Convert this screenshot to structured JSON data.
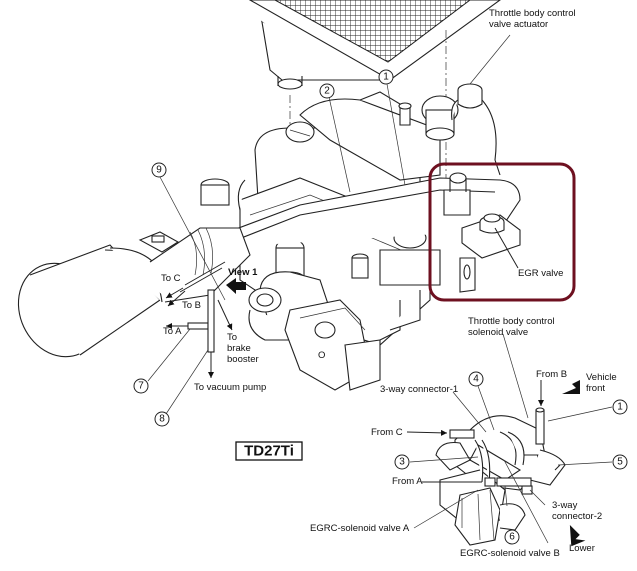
{
  "diagram": {
    "title": "TD27Ti",
    "highlight_color": "#6e1020",
    "labels": {
      "throttle_actuator": [
        "Throttle body control",
        "valve actuator"
      ],
      "egr_valve": "EGR valve",
      "throttle_solenoid": [
        "Throttle body control",
        "solenoid valve"
      ],
      "view1": "View 1",
      "to_c": "To C",
      "to_b": "To B",
      "to_a": "To A",
      "to_brake_booster": [
        "To",
        "brake",
        "booster"
      ],
      "to_vacuum_pump": "To vacuum pump",
      "from_b": "From B",
      "vehicle_front": [
        "Vehicle",
        "front"
      ],
      "three_way_1": "3-way connector-1",
      "from_c": "From C",
      "from_a": "From A",
      "three_way_2": [
        "3-way",
        "connector-2"
      ],
      "egrc_a": "EGRC-solenoid valve A",
      "egrc_b": "EGRC-solenoid valve B",
      "lower": "Lower"
    },
    "callouts": {
      "main_1": "1",
      "main_2": "2",
      "main_7": "7",
      "main_8": "8",
      "main_9": "9",
      "detail_1": "1",
      "detail_3": "3",
      "detail_4": "4",
      "detail_5": "5",
      "detail_6": "6"
    }
  }
}
